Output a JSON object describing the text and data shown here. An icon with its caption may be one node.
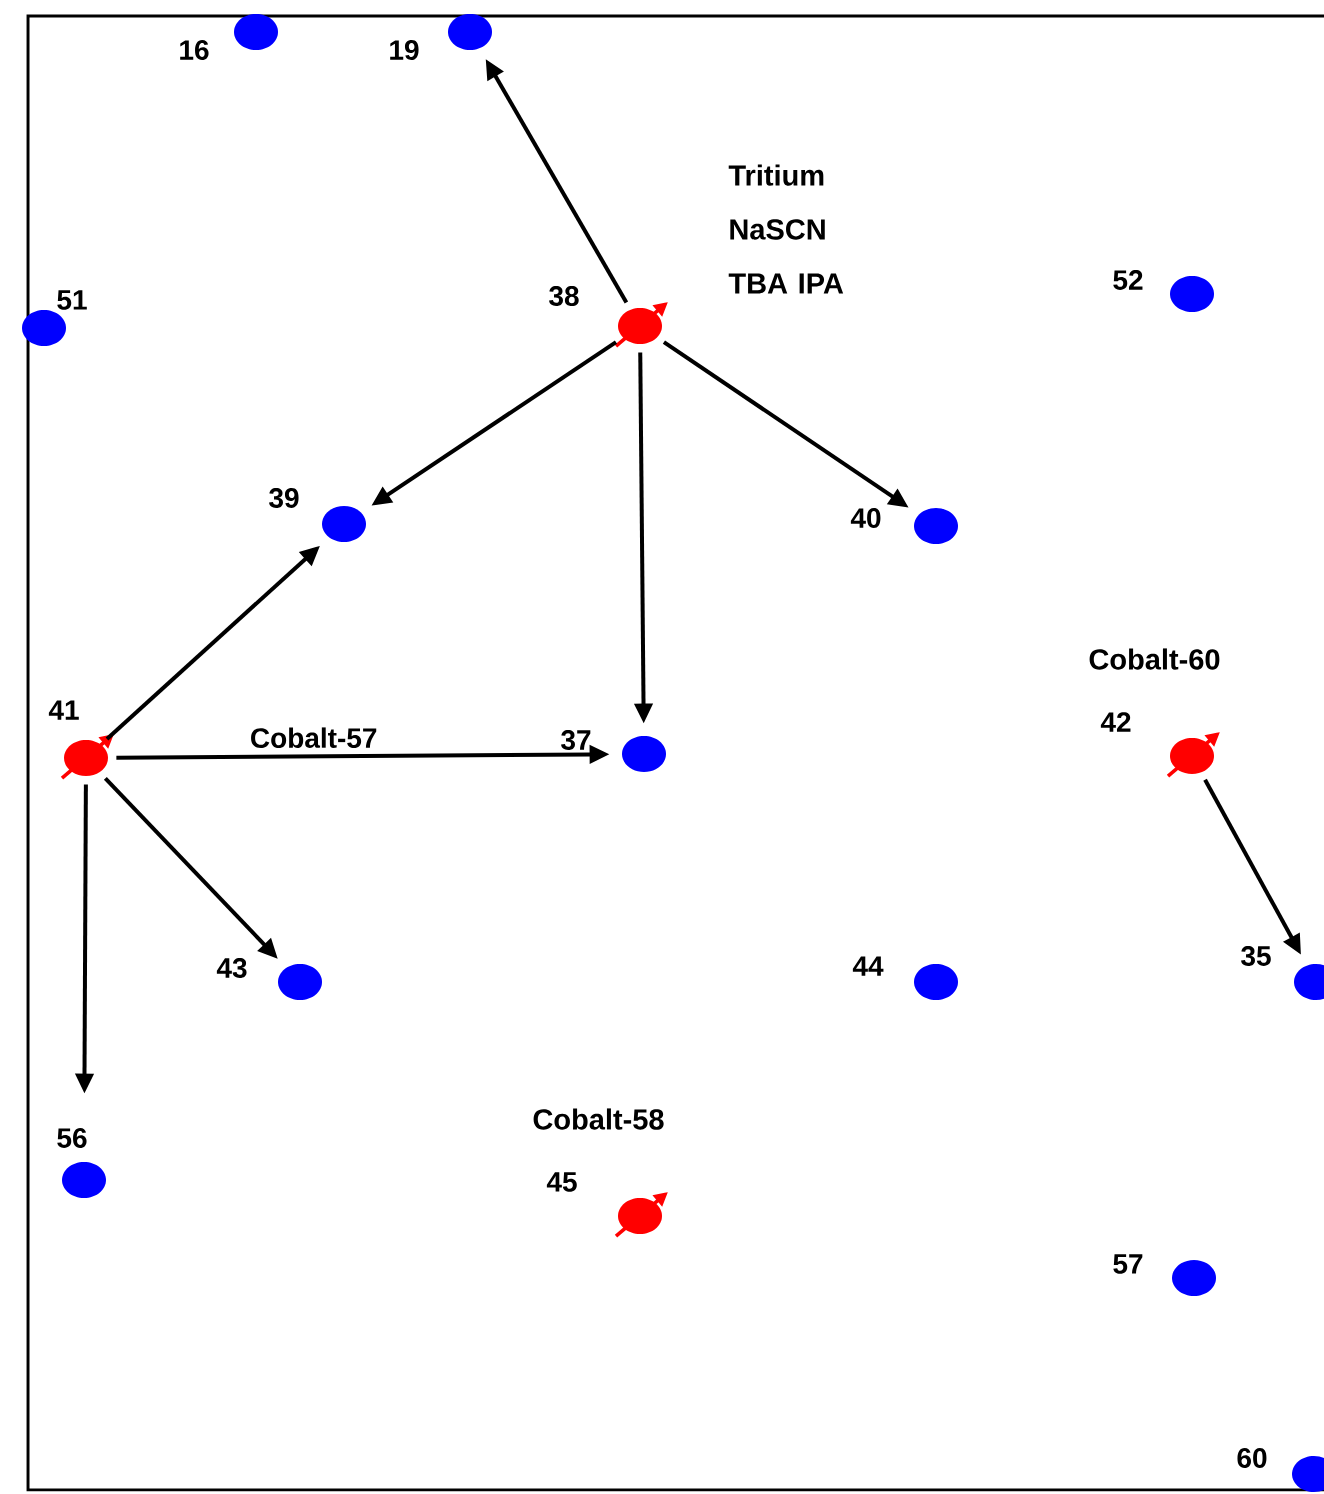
{
  "diagram": {
    "nodes": [
      {
        "text": [
          "16"
        ]
      },
      {
        "text": [
          "19"
        ]
      },
      {
        "text": [
          "51"
        ]
      },
      {
        "text": [
          "38"
        ],
        "beside": [
          "Tritium NaSCN TBA IPA"
        ]
      },
      {
        "text": [
          "52"
        ]
      },
      {
        "text": [
          "39"
        ]
      },
      {
        "text": [
          "40"
        ]
      },
      {
        "text": [
          "41"
        ]
      },
      {
        "text": [
          "37"
        ]
      },
      {
        "text": [
          "42"
        ],
        "beside": [
          "Cobalt-60"
        ]
      },
      {
        "text": [
          "43"
        ]
      },
      {
        "text": [
          "44"
        ]
      },
      {
        "text": [
          "35"
        ]
      },
      {
        "text": [
          "56"
        ]
      },
      {
        "text": [
          "45"
        ],
        "beside": [
          "Cobalt-58"
        ]
      },
      {
        "text": [
          "57"
        ]
      },
      {
        "text": [
          "60"
        ]
      }
    ],
    "edges": [
      {
        "from": 3,
        "to": 1,
        "arrow": "to"
      },
      {
        "from": 3,
        "to": 5,
        "arrow": "to"
      },
      {
        "from": 3,
        "to": 8,
        "arrow": "to"
      },
      {
        "from": 3,
        "to": 6,
        "arrow": "to"
      },
      {
        "from": 7,
        "to": 5,
        "arrow": "to"
      },
      {
        "from": 7,
        "to": 8,
        "arrow": "to",
        "label": "Cobalt-57"
      },
      {
        "from": 7,
        "to": 10,
        "arrow": "to"
      },
      {
        "from": 7,
        "to": 13,
        "arrow": "to"
      },
      {
        "from": 9,
        "to": 12,
        "arrow": "to"
      }
    ]
  }
}
